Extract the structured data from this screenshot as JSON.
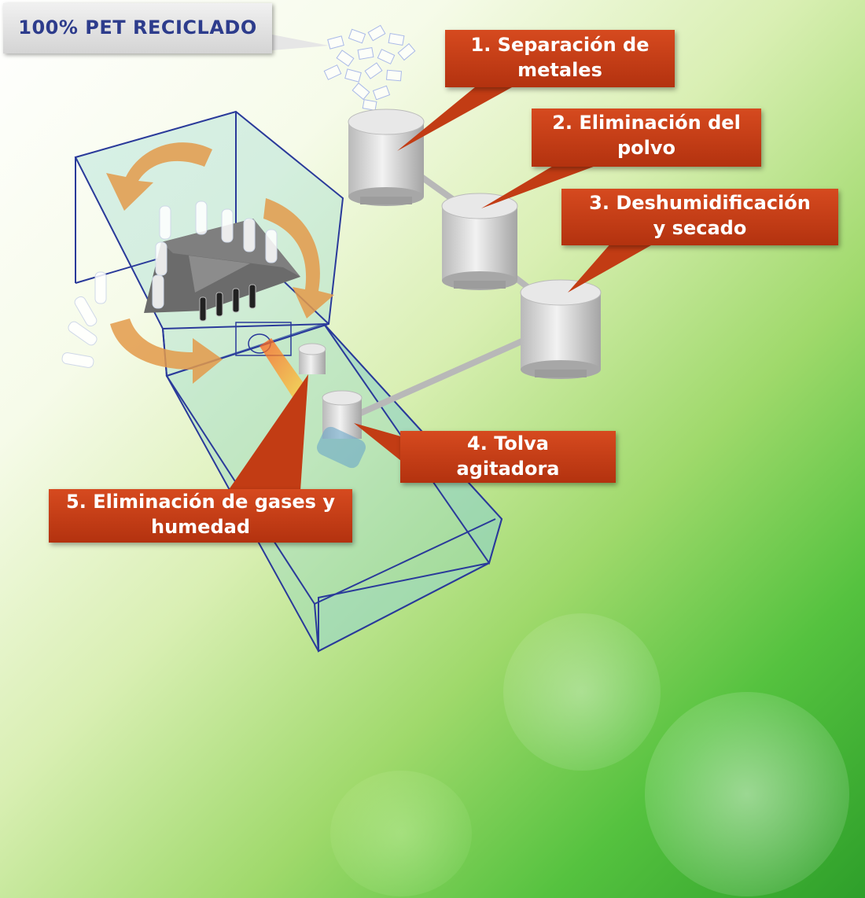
{
  "badge": {
    "text": "100% PET RECICLADO"
  },
  "steps": [
    {
      "line1": "1. Separación de",
      "line2": "metales"
    },
    {
      "line1": "2. Eliminación del",
      "line2": "polvo"
    },
    {
      "line1": "3. Deshumidificación",
      "line2": "y secado"
    },
    {
      "line1": "4. Tolva",
      "line2": "agitadora"
    },
    {
      "line1": "5. Eliminación de gases y",
      "line2": "humedad"
    }
  ],
  "colors": {
    "label": "#c23c14",
    "badge_text": "#2d3c8c",
    "box_edge": "#2a3a9a",
    "arrow": "#e39a4a"
  }
}
